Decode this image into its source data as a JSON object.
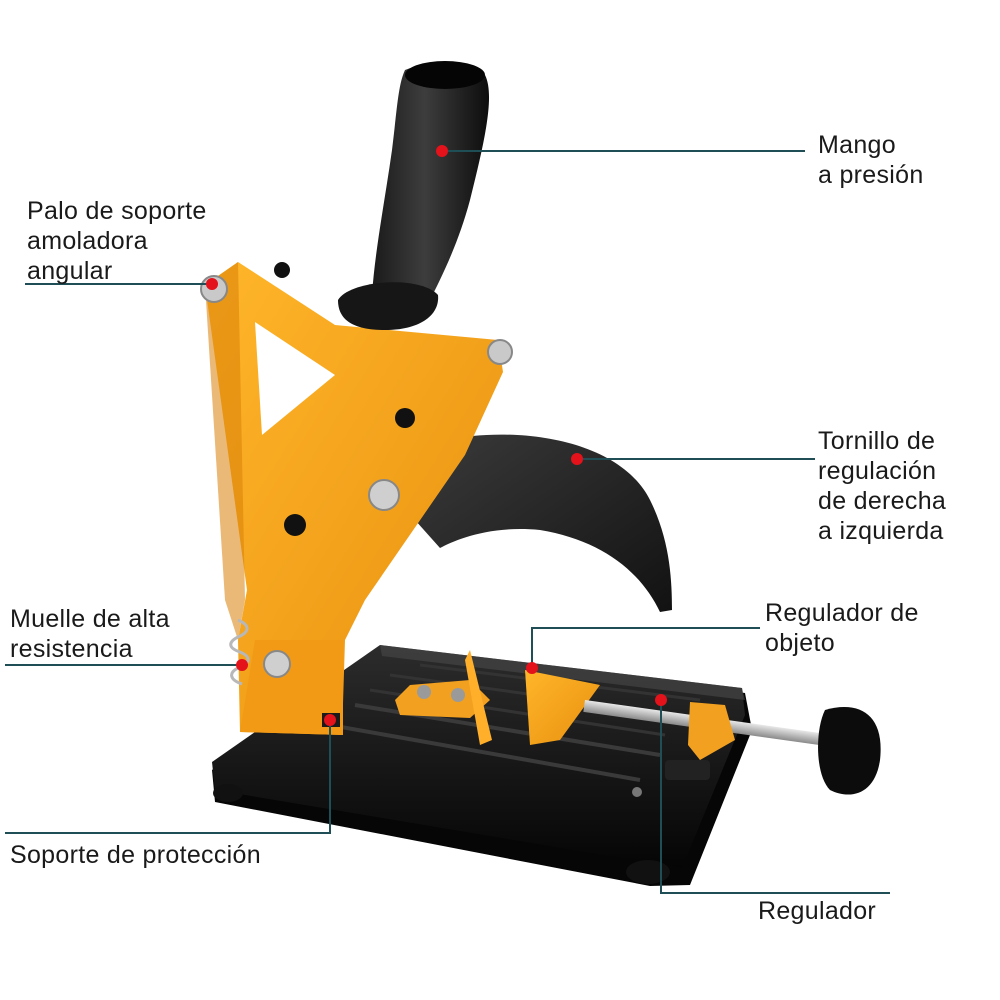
{
  "product": "angle-grinder-stand",
  "colors": {
    "frame": "#f5a31c",
    "base": "#141414",
    "leader_line": "#1f4e57",
    "marker": "#e3121b"
  },
  "callouts": [
    {
      "id": "mango",
      "text": "Mango\na presión",
      "marker_icon": "red-dot"
    },
    {
      "id": "palo",
      "text": "Palo de soporte\namoladora\nangular",
      "marker_icon": "red-dot"
    },
    {
      "id": "tornillo",
      "text": "Tornillo de\nregulación\nde derecha\na izquierda",
      "marker_icon": "red-dot"
    },
    {
      "id": "muelle",
      "text": "Muelle de alta\nresistencia",
      "marker_icon": "red-dot"
    },
    {
      "id": "regulador-objeto",
      "text": "Regulador de\nobjeto",
      "marker_icon": "red-dot"
    },
    {
      "id": "soporte",
      "text": "Soporte de protección",
      "marker_icon": "red-dot"
    },
    {
      "id": "regulador",
      "text": "Regulador",
      "marker_icon": "red-dot"
    }
  ]
}
